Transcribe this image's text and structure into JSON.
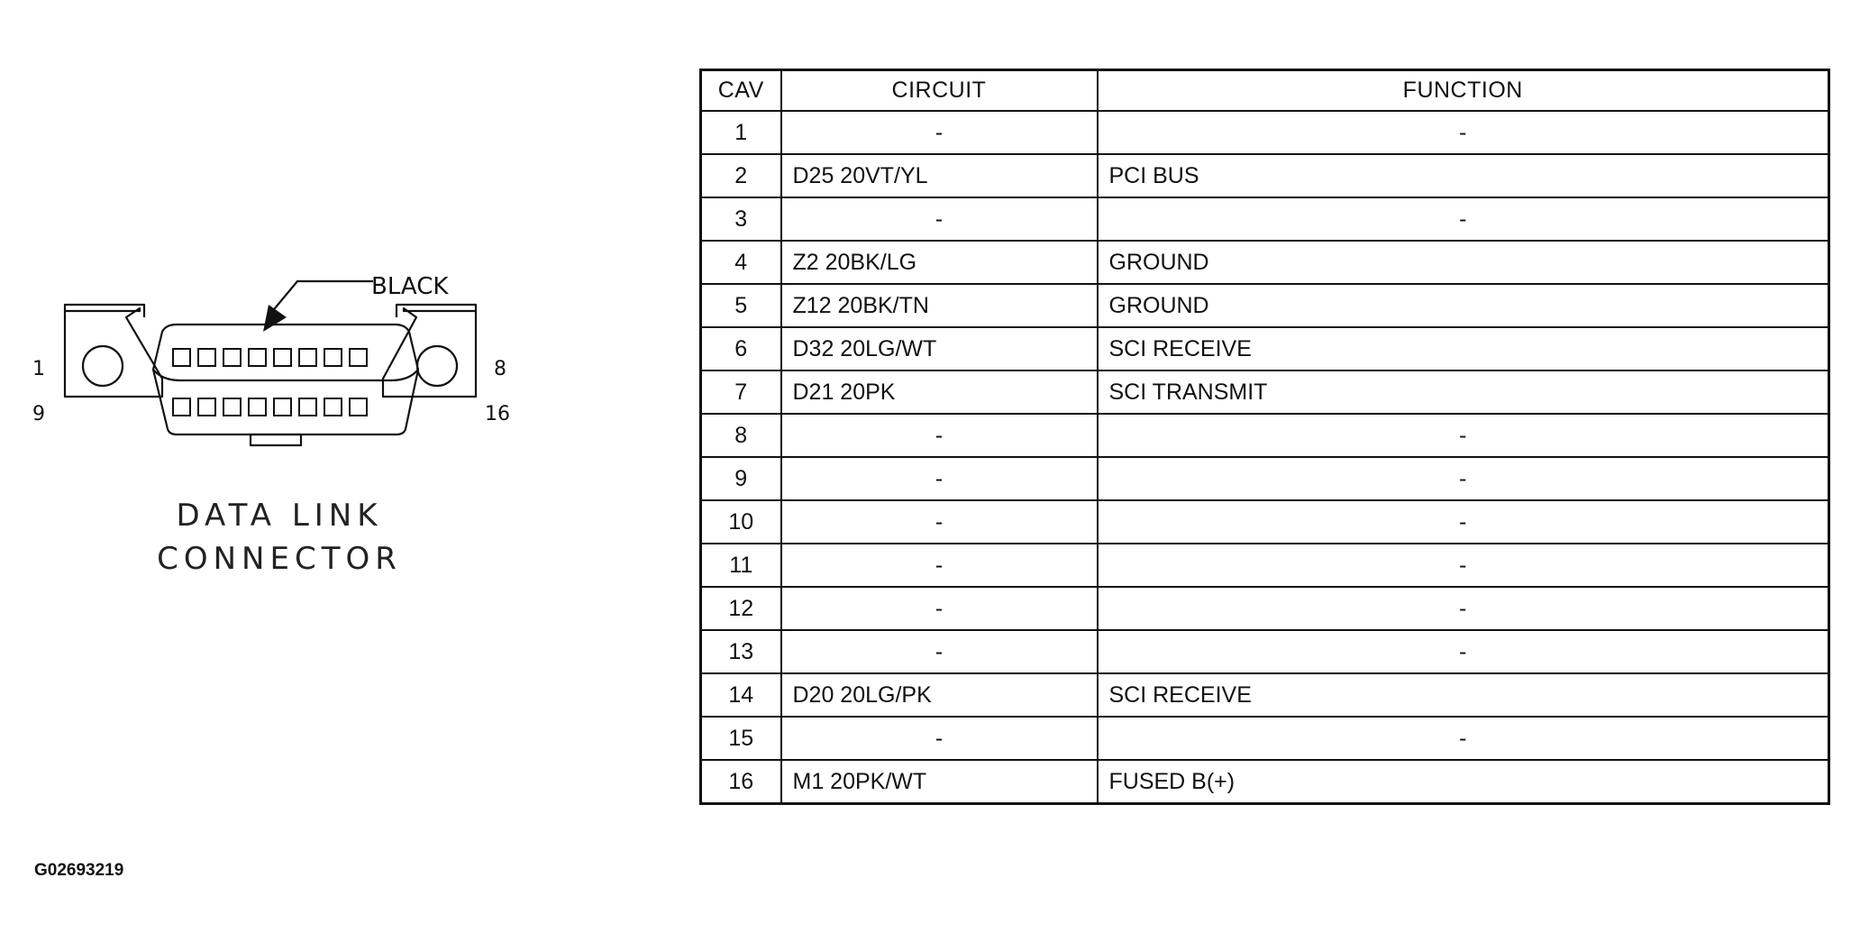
{
  "diagram": {
    "callout_label": "BLACK",
    "pin_labels": {
      "top_left": "1",
      "top_right": "8",
      "bottom_left": "9",
      "bottom_right": "16"
    },
    "title_line_1": "DATA LINK",
    "title_line_2": "CONNECTOR"
  },
  "figure_id": "G02693219",
  "table": {
    "headers": {
      "cav": "CAV",
      "circuit": "CIRCUIT",
      "function": "FUNCTION"
    },
    "rows": [
      {
        "cav": "1",
        "circuit": "-",
        "function": "-"
      },
      {
        "cav": "2",
        "circuit": "D25 20VT/YL",
        "function": "PCI BUS"
      },
      {
        "cav": "3",
        "circuit": "-",
        "function": "-"
      },
      {
        "cav": "4",
        "circuit": "Z2 20BK/LG",
        "function": "GROUND"
      },
      {
        "cav": "5",
        "circuit": "Z12 20BK/TN",
        "function": "GROUND"
      },
      {
        "cav": "6",
        "circuit": "D32 20LG/WT",
        "function": "SCI RECEIVE"
      },
      {
        "cav": "7",
        "circuit": "D21 20PK",
        "function": "SCI TRANSMIT"
      },
      {
        "cav": "8",
        "circuit": "-",
        "function": "-"
      },
      {
        "cav": "9",
        "circuit": "-",
        "function": "-"
      },
      {
        "cav": "10",
        "circuit": "-",
        "function": "-"
      },
      {
        "cav": "11",
        "circuit": "-",
        "function": "-"
      },
      {
        "cav": "12",
        "circuit": "-",
        "function": "-"
      },
      {
        "cav": "13",
        "circuit": "-",
        "function": "-"
      },
      {
        "cav": "14",
        "circuit": "D20 20LG/PK",
        "function": "SCI RECEIVE"
      },
      {
        "cav": "15",
        "circuit": "-",
        "function": "-"
      },
      {
        "cav": "16",
        "circuit": "M1 20PK/WT",
        "function": "FUSED B(+)"
      }
    ]
  }
}
